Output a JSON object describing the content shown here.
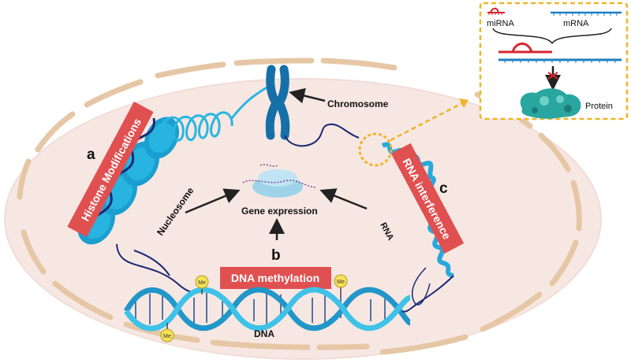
{
  "labels": {
    "chromosome": "Chromosome",
    "nucleosome": "Nucleosome",
    "gene_expression": "Gene expression",
    "rna": "RNA",
    "dna": "DNA",
    "protein": "Protein",
    "mirna": "miRNA",
    "mrna": "mRNA",
    "methyl_tag": "Me"
  },
  "mechanisms": {
    "a": {
      "letter": "a",
      "title": "Histone Modifications"
    },
    "b": {
      "letter": "b",
      "title": "DNA methylation"
    },
    "c": {
      "letter": "c",
      "title": "RNA interference"
    }
  },
  "colors": {
    "cell_fill": "#f7e7e3",
    "cell_border": "#e6c7a5",
    "banner": "#e05050",
    "dna_blue": "#2196c9",
    "dna_light": "#3fc2e8",
    "inset_border": "#f0b429",
    "mirna_red": "#d7262e",
    "protein": "#2aa6a0"
  }
}
